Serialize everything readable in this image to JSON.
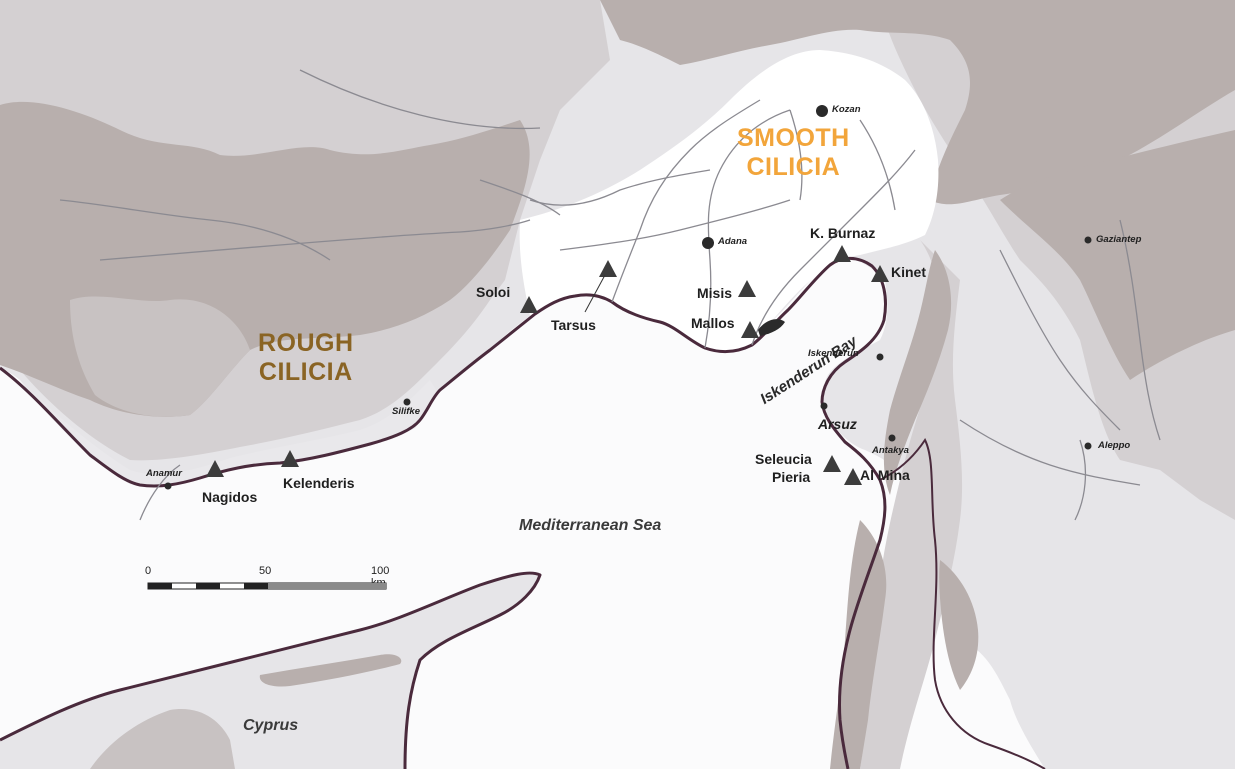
{
  "map": {
    "regions": {
      "rough": [
        "ROUGH",
        "CILICIA"
      ],
      "smooth": [
        "SMOOTH",
        "CILICIA"
      ]
    },
    "water": {
      "sea": "Mediterranean Sea",
      "bay": "Iskenderun Bay",
      "island": "Cyprus"
    },
    "sites": [
      "Soloi",
      "Tarsus",
      "Misis",
      "Mallos",
      "K. Burnaz",
      "Kinet",
      "Nagidos",
      "Kelenderis",
      "Seleucia",
      "Pieria",
      "Al Mina",
      "Arsuz"
    ],
    "towns": [
      "Kozan",
      "Adana",
      "Gaziantep",
      "Iskenderun",
      "Silifke",
      "Anamur",
      "Antakya",
      "Aleppo"
    ],
    "scale": {
      "ticks": [
        "0",
        "50",
        "100 km"
      ]
    }
  },
  "colors": {
    "mountain": "#b8afad",
    "highland": "#d4d0d2",
    "lowland": "#e6e5e8",
    "sea": "#fbfbfc",
    "coast": "#4a2a3c",
    "rough_label": "#8a6424",
    "smooth_label": "#f2a53b",
    "marker": "#3c3c3c"
  }
}
